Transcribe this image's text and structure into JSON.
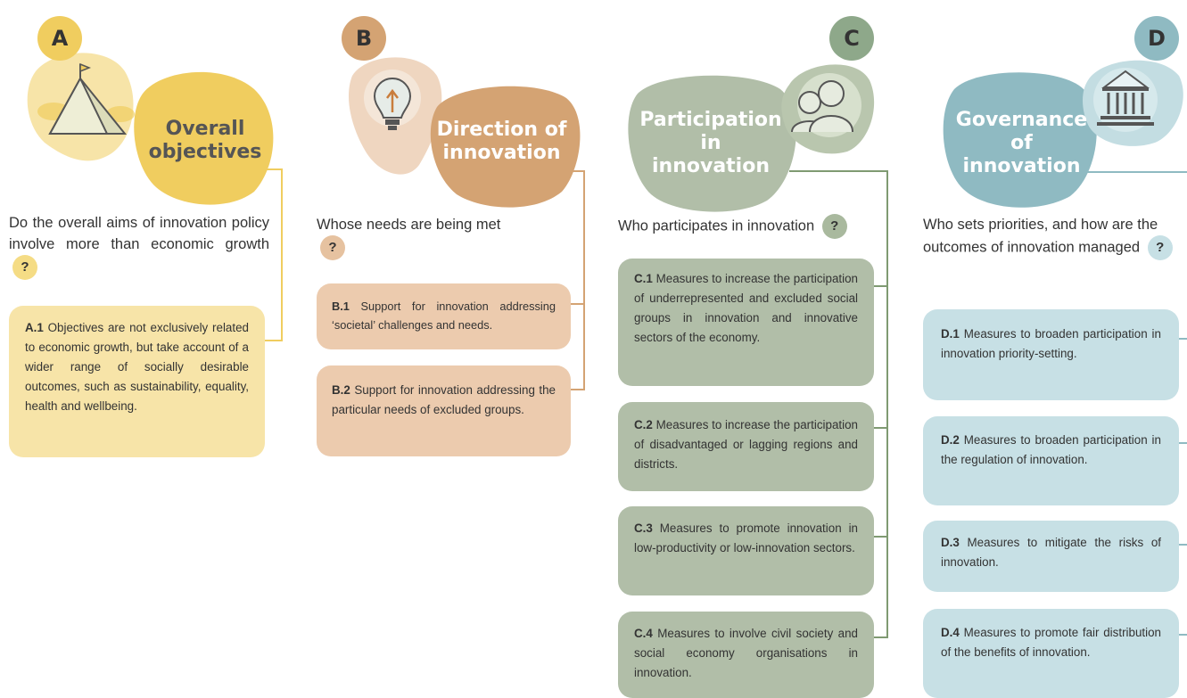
{
  "columns": [
    {
      "letter": "A",
      "title_lines": [
        "Overall",
        "objectives"
      ],
      "question": "Do the overall aims of innovation policy involve more than economic growth",
      "qmark": "?",
      "color": "#f0cd5f",
      "cards": [
        {
          "code": "A.1",
          "text": "Objectives are not exclusively related to economic growth, but take account of a wider range of socially desirable outcomes, such as sustainability, equality, health and wellbeing."
        }
      ]
    },
    {
      "letter": "B",
      "title_lines": [
        "Direction of",
        "innovation"
      ],
      "question": "Whose needs are being met",
      "qmark": "?",
      "color": "#d4a373",
      "cards": [
        {
          "code": "B.1",
          "text": "Support for innovation addressing ‘societal’ challenges and needs."
        },
        {
          "code": "B.2",
          "text": "Support for innovation addressing the particular needs of excluded groups."
        }
      ]
    },
    {
      "letter": "C",
      "title_lines": [
        "Participation",
        "in",
        "innovation"
      ],
      "question": "Who participates in innovation",
      "qmark": "?",
      "color": "#9fb095",
      "cards": [
        {
          "code": "C.1",
          "text": "Measures to increase the participation of underrepresented and excluded social groups in innovation and innovative sectors of the economy."
        },
        {
          "code": "C.2",
          "text": "Measures to increase the participation of disadvantaged or lagging regions and districts."
        },
        {
          "code": "C.3",
          "text": "Measures to promote innovation in low-productivity or low-innovation sectors."
        },
        {
          "code": "C.4",
          "text": "Measures to involve civil society and social economy organisations in innovation."
        }
      ]
    },
    {
      "letter": "D",
      "title_lines": [
        "Governance",
        "of",
        "innovation"
      ],
      "question": "Who sets priorities, and how are the outcomes of innovation managed",
      "qmark": "?",
      "color": "#8fbac2",
      "cards": [
        {
          "code": "D.1",
          "text": "Measures to broaden participation in innovation priority-setting."
        },
        {
          "code": "D.2",
          "text": "Measures to broaden participation in the regulation of innovation."
        },
        {
          "code": "D.3",
          "text": "Measures to mitigate the risks of innovation."
        },
        {
          "code": "D.4",
          "text": "Measures to promote fair distribution of the benefits of innovation."
        }
      ]
    }
  ],
  "icons": [
    "mountain-flag-icon",
    "lightbulb-icon",
    "people-icon",
    "institution-building-icon"
  ]
}
